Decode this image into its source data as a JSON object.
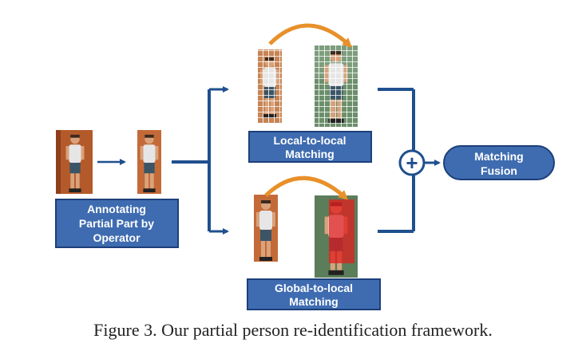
{
  "colors": {
    "box_fill": "#3f6cb0",
    "box_stroke": "#1c3f7a",
    "connector": "#1f4f8e",
    "arc": "#e8902a",
    "brick": "#b45a2a",
    "skin": "#d9a27b",
    "shirt": "#e6e6e6",
    "shorts": "#3b5566",
    "highlight": "#e21d1d",
    "caption_text": "#222222"
  },
  "boxes": {
    "annotate": [
      "Annotating",
      "Partial Part by",
      "Operator"
    ],
    "local": [
      "Local-to-local",
      "Matching"
    ],
    "global": [
      "Global-to-local",
      "Matching"
    ],
    "fusion": [
      "Matching",
      "Fusion"
    ]
  },
  "fusion_symbol": "+",
  "caption": "Figure 3. Our partial person re-identification framework."
}
